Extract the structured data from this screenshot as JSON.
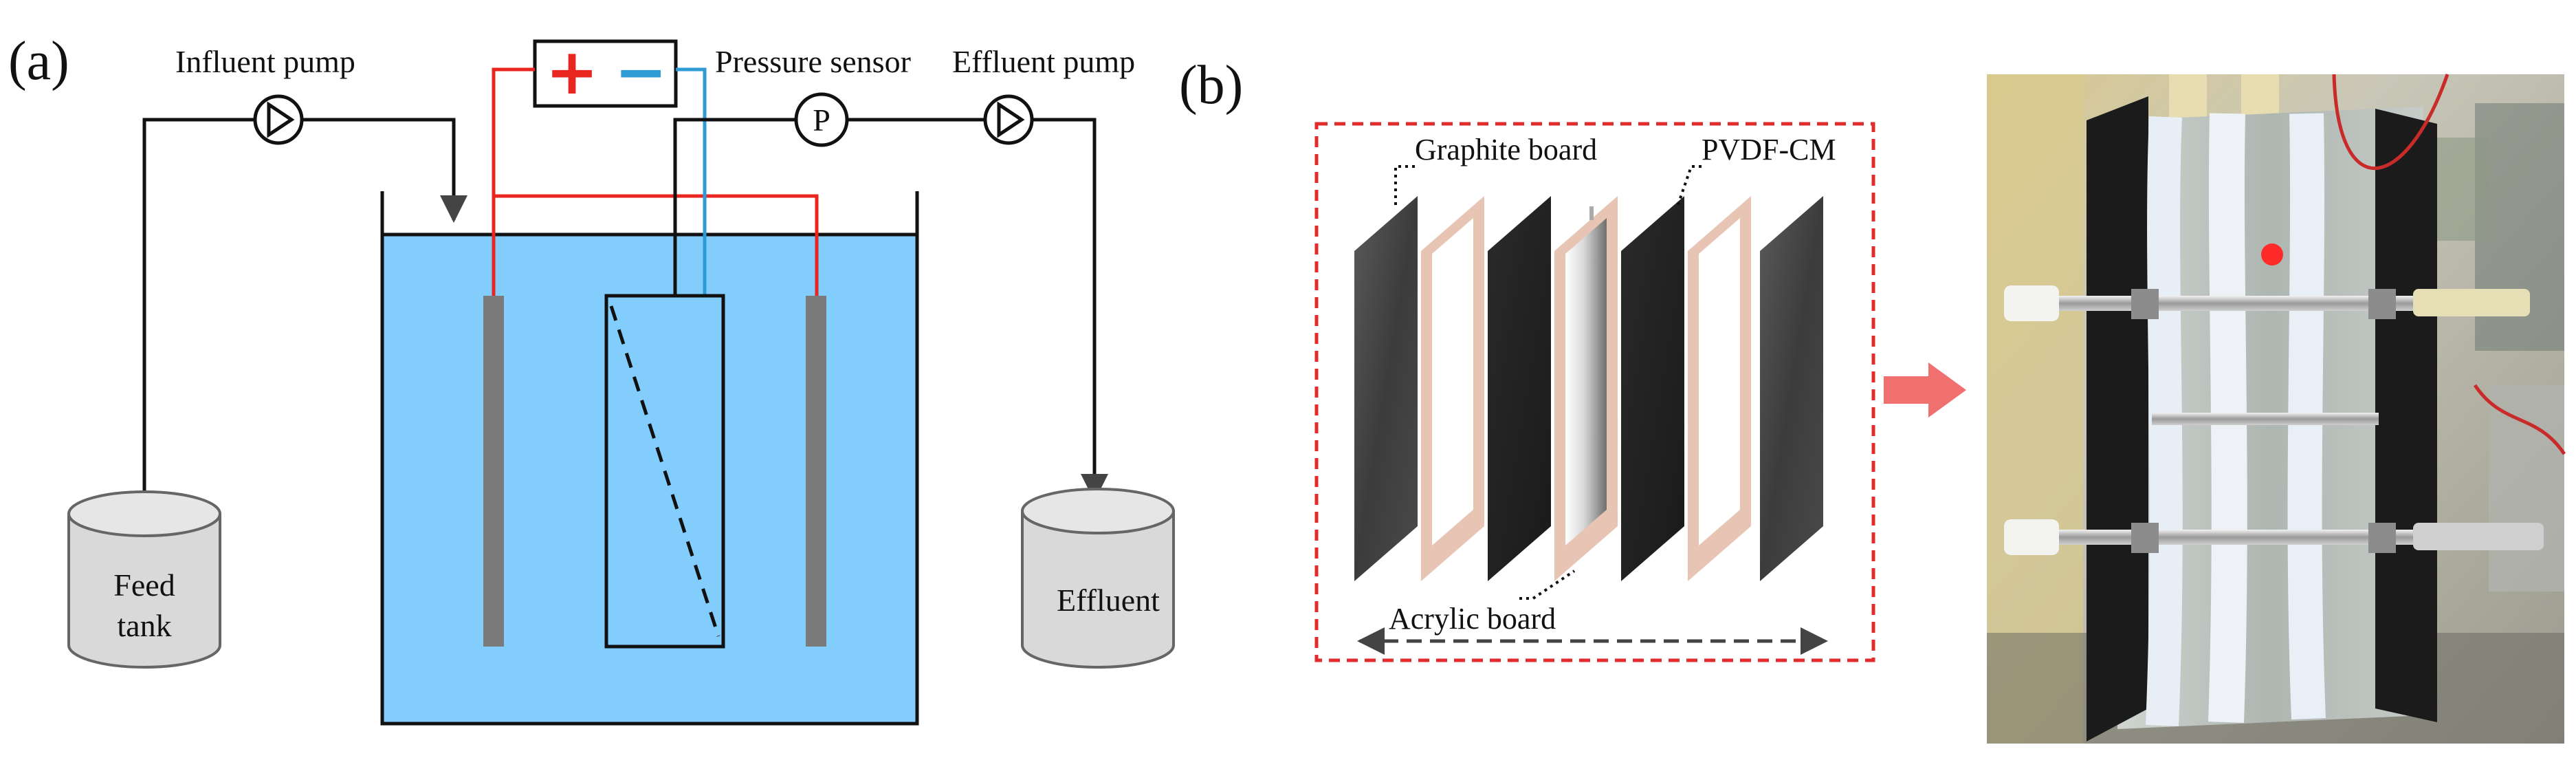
{
  "panel_a": {
    "letter": "(a)",
    "influent_pump": "Influent pump",
    "pressure_sensor": "Pressure sensor",
    "effluent_pump": "Effluent pump",
    "pressure_symbol": "P",
    "feed_tank_line1": "Feed",
    "feed_tank_line2": "tank",
    "effluent": "Effluent",
    "plus_symbol": "+",
    "minus_symbol": "−"
  },
  "panel_b": {
    "letter": "(b)",
    "graphite_board": "Graphite board",
    "pvdf_cm": "PVDF-CM",
    "acrylic_board": "Acrylic board"
  },
  "colors": {
    "water": "#82CDFC",
    "anode_wire": "#E8251E",
    "cathode_wire": "#2E9BD6",
    "electrode": "#7A7A7A",
    "tank_fill": "#D9D9D9",
    "dash_box": "#E22B2B",
    "arrow": "#F07070",
    "frame": "#E7C4B3",
    "graphite": "#3B3B3B"
  }
}
